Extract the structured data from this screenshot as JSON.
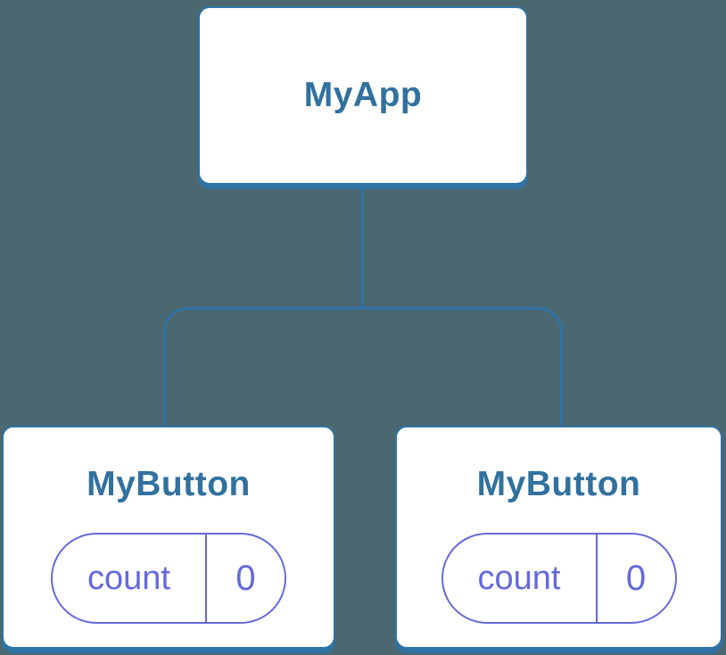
{
  "colors": {
    "bg": "#4B6770",
    "line": "#2E73A6",
    "fill": "#FFFFFF",
    "text": "#31719F",
    "purple": "#6469DB"
  },
  "tree": {
    "root": {
      "label": "MyApp"
    },
    "children": [
      {
        "label": "MyButton",
        "state": {
          "key": "count",
          "value": "0"
        }
      },
      {
        "label": "MyButton",
        "state": {
          "key": "count",
          "value": "0"
        }
      }
    ]
  }
}
